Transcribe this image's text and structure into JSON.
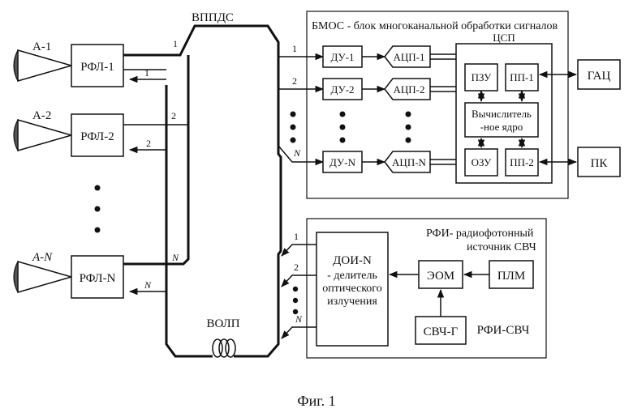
{
  "bus_label": "ВППДС",
  "fiber_label": "ВОЛП",
  "caption": "Фиг. 1",
  "antennas": [
    "А-1",
    "А-2",
    "А-N"
  ],
  "rfl": [
    "РФЛ-1",
    "РФЛ-2",
    "РФЛ-N"
  ],
  "line_nums": {
    "one": "1",
    "two": "2",
    "n": "N"
  },
  "bmos": {
    "title": "БМОС - блок многоканальной обработки сигналов",
    "du": [
      "ДУ-1",
      "ДУ-2",
      "ДУ-N"
    ],
    "adc": [
      "АЦП-1",
      "АЦП-2",
      "АЦП-N"
    ],
    "dsp": {
      "title": "ЦСП",
      "rom": "ПЗУ",
      "ram": "ОЗУ",
      "pp1": "ПП-1",
      "pp2": "ПП-2",
      "core_line1": "Вычислитель",
      "core_line2": "-ное ядро"
    },
    "gac": "ГАЦ",
    "pc": "ПК"
  },
  "rfi": {
    "title_line1": "РФИ- радиофотонный",
    "title_line2": "источник СВЧ",
    "doi_line1": "ДОИ-N",
    "doi_line2": "- делитель",
    "doi_line3": "оптического",
    "doi_line4": "излучения",
    "eom": "ЭОМ",
    "plm": "ПЛМ",
    "mw_gen": "СВЧ-Г",
    "label": "РФИ-СВЧ"
  }
}
